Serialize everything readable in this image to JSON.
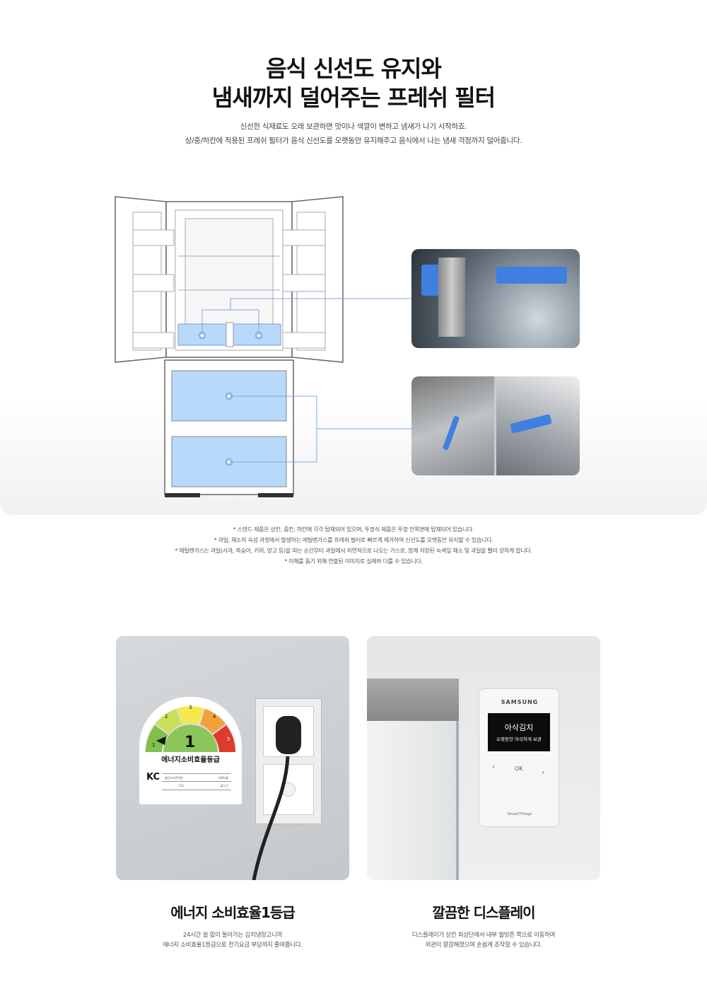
{
  "hero": {
    "title_line1": "음식 신선도 유지와",
    "title_line2": "냄새까지 덜어주는 프레쉬 필터",
    "desc_line1": "신선한 식재료도 오래 보관하면 맛이나 색깔이 변하고 냄새가 나기 시작하죠.",
    "desc_line2": "상/중/하칸에 적용된 프레쉬 필터가 음식 신선도를 오랫동안 유지해주고 음식에서 나는 냄새 걱정까지 덜어줍니다."
  },
  "notes": [
    "* 스탠드 제품은 상칸, 중칸, 하칸에 각각 탑재되어 있으며, 뚜껑식 제품은 뚜껑 안쪽면에 탑재되어 있습니다.",
    "* 과일, 채소의 숙성 과정에서 발생하는 에틸렌가스를 프레쉬 필터로 빠르게 제거하여 신선도를 오랫동안 유지할 수 있습니다.",
    "* 에틸렌가스는 과일(사과, 복숭아, 키위, 망고 등)을 따는 순간부터 과일에서 자연적으로 나오는 가스로, 함께 저장된 녹색잎 채소 및 과일을 빨리 상하게 합니다.",
    "* 이해를 돕기 위해 연출된 이미지로 실제와 다를 수 있습니다."
  ],
  "energy_label": {
    "grades": [
      "1",
      "2",
      "3",
      "4",
      "5"
    ],
    "current_grade": "1",
    "title": "에너지소비효율등급",
    "row1_label": "월간소비전력량",
    "row1_unit": "kWh/월",
    "row2_label": "CO₂",
    "row2_unit": "g/시간",
    "cert_mark": "KC"
  },
  "display_panel": {
    "brand": "SAMSUNG",
    "mode": "아삭김치",
    "mode_desc": "오랫동안 아삭하게 보관",
    "ok": "OK",
    "left": "‹",
    "right": "›",
    "footer": "SmartThings"
  },
  "features": [
    {
      "title": "에너지 소비효율1등급",
      "desc_line1": "24시간 쉴 없이 돌아가는 김치냉장고니까",
      "desc_line2": "에너지 소비효율1등급으로 전기요금 부담까지 줄여줍니다."
    },
    {
      "title": "깔끔한 디스플레이",
      "desc_line1": "디스플레이가 상칸 최상단에서 내부 월빙존 쪽으로 이동하여",
      "desc_line2": "외관이 깔끔해졌으며 손쉽게 조작할 수 있습니다."
    }
  ],
  "colors": {
    "accent_blue": "#8fc0f5",
    "line_blue": "#7fa8e0"
  }
}
